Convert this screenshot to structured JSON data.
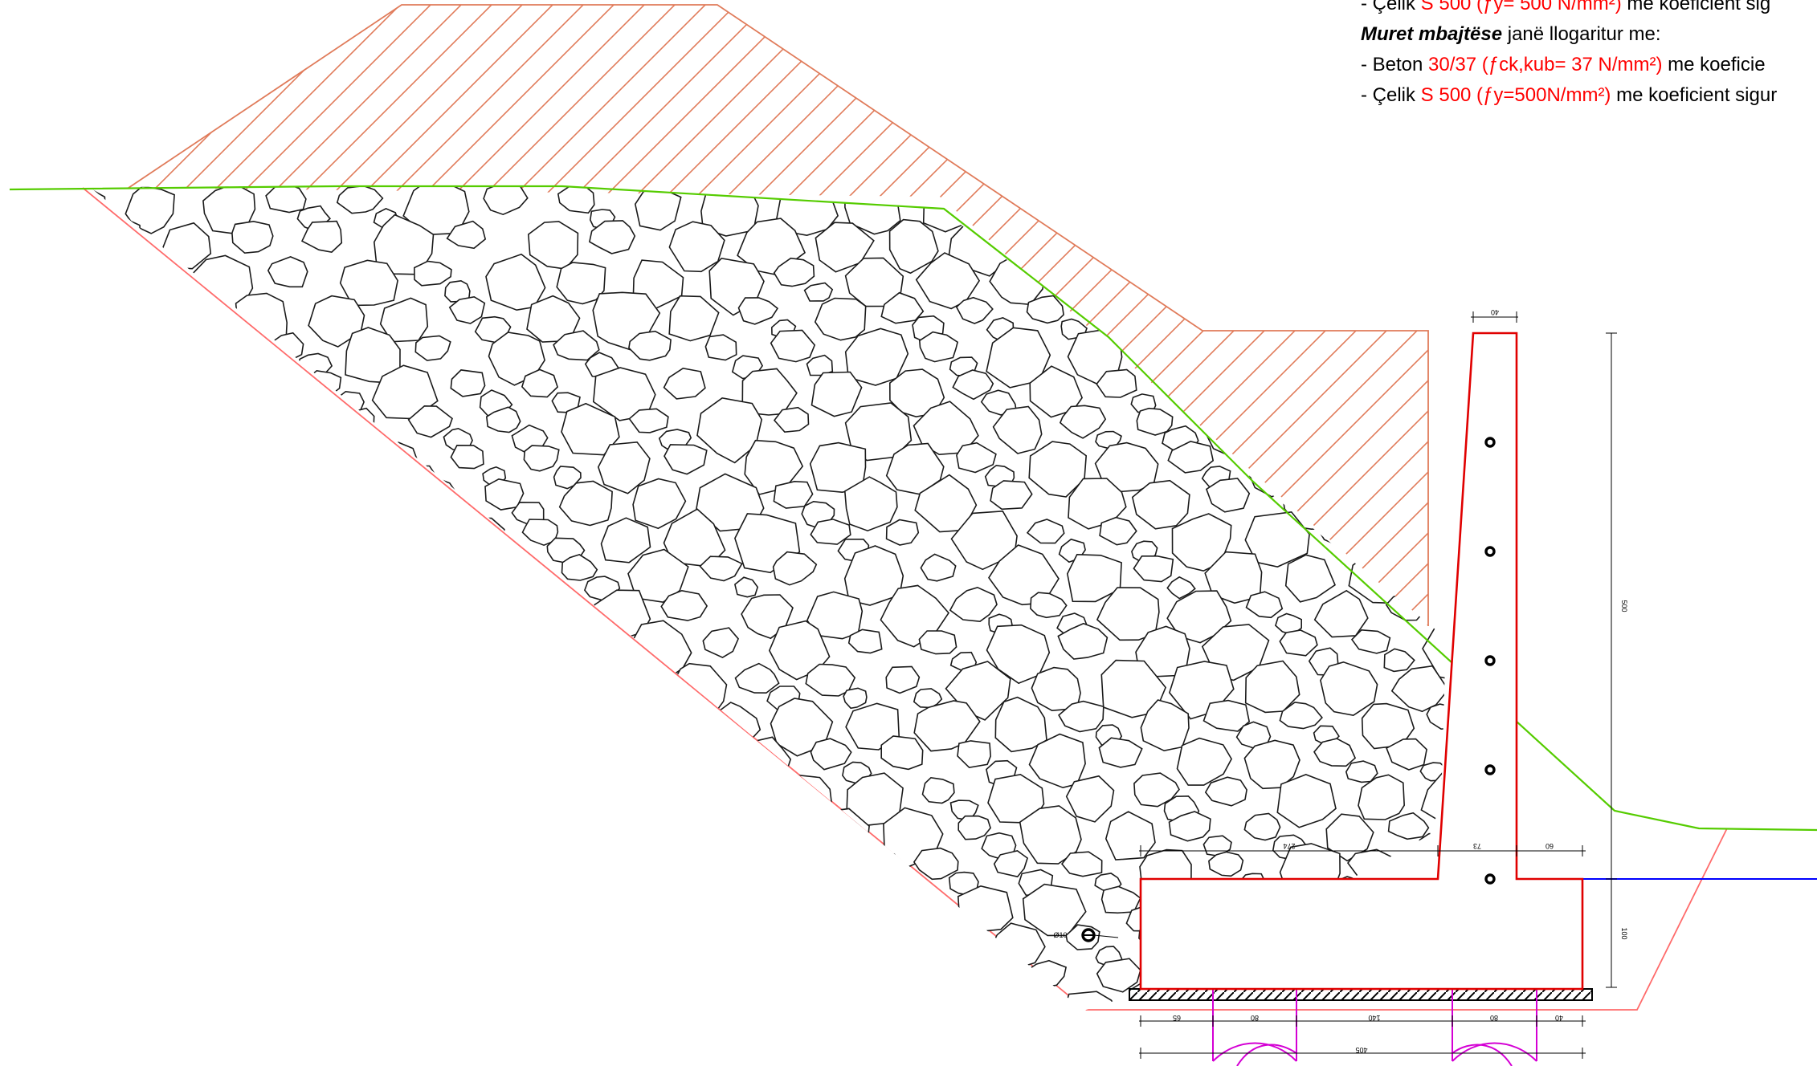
{
  "notes": {
    "line1": {
      "prefix": "- Çelik ",
      "material": "S 500 (ƒy= 500 N/mm²)",
      "suffix": " me koeficient sig"
    },
    "heading": {
      "bold": "Muret mbajtëse",
      "rest": " janë llogaritur me:"
    },
    "line3": {
      "prefix": "- Beton ",
      "material": "30/37  (ƒck,kub= 37 N/mm²)",
      "suffix": " me koeficie"
    },
    "line4": {
      "prefix": "- Çelik ",
      "material": "S 500 (ƒy=500N/mm²)",
      "suffix": " me koeficient sigur"
    }
  },
  "dimensions": {
    "top_width": "40",
    "wall_height": "500",
    "heel_length": "274",
    "stem_base": "73",
    "toe_length": "60",
    "footing_height": "100",
    "bar_label": "Ø10",
    "bottom_segments": [
      "65",
      "80",
      "140",
      "80",
      "40"
    ],
    "total_length": "405"
  },
  "colors": {
    "wall_outline": "#e00000",
    "ground_line": "#55cc00",
    "fill_hatch": "#e07b5a",
    "excavation": "#ff6b6b",
    "water_level": "#0000ff",
    "piles": "#d400d4",
    "stones": "#1a1a1a"
  }
}
